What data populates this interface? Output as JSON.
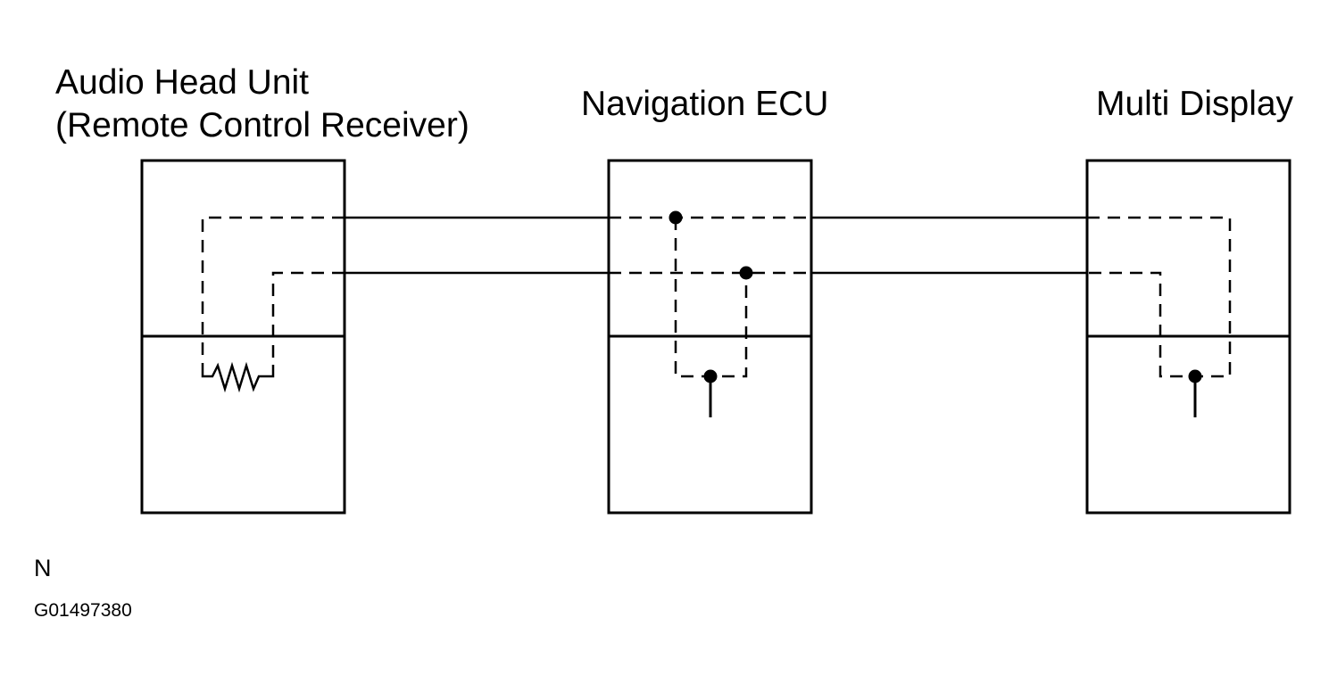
{
  "components": {
    "audio_head_unit": {
      "line1": "Audio Head Unit",
      "line2": "(Remote Control Receiver)"
    },
    "navigation_ecu": {
      "label": "Navigation ECU"
    },
    "multi_display": {
      "label": "Multi Display"
    }
  },
  "footer": {
    "mark": "N",
    "figure_code": "G01497380"
  },
  "colors": {
    "ink": "#000000",
    "background": "#ffffff"
  }
}
